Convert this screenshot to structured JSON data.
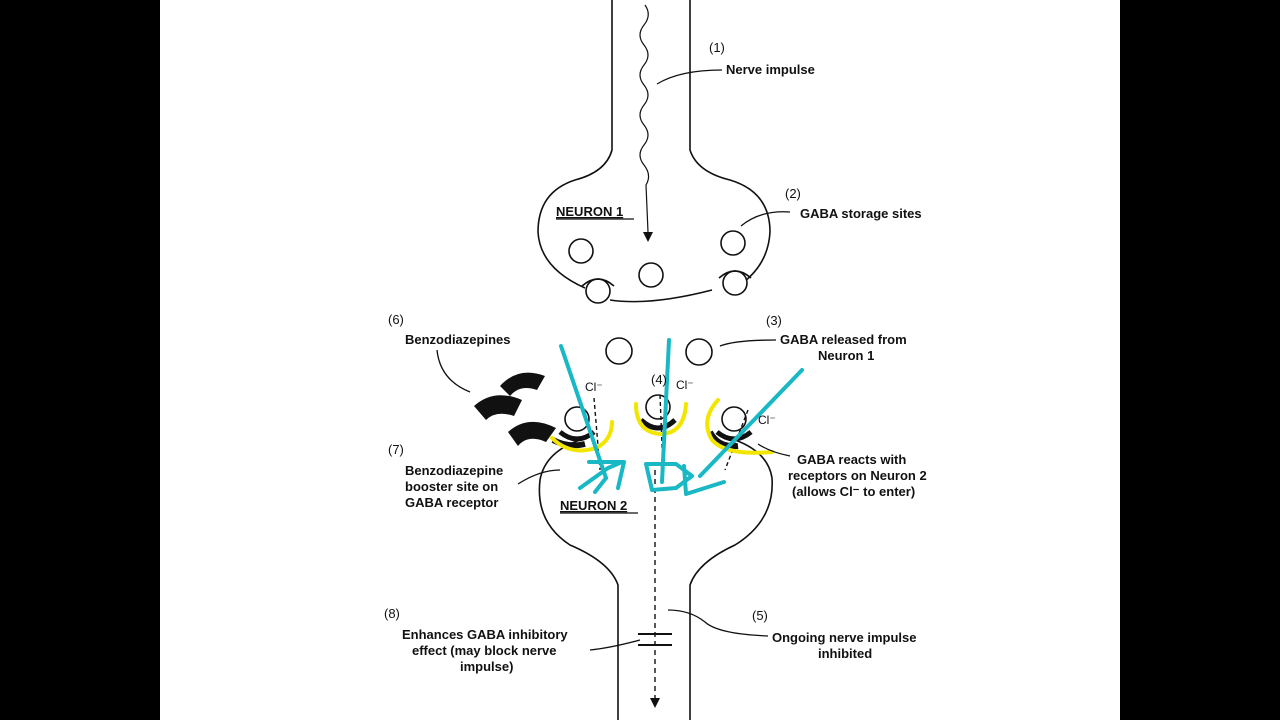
{
  "colors": {
    "letterbox": "#000000",
    "paper": "#ffffff",
    "ink": "#111111",
    "highlight_yellow": "#f2e600",
    "annotation_cyan": "#18b8c4"
  },
  "neurons": {
    "neuron1": "NEURON 1",
    "neuron2": "NEURON 2"
  },
  "labels": {
    "l1": {
      "num": "(1)",
      "lines": [
        "Nerve impulse"
      ]
    },
    "l2": {
      "num": "(2)",
      "lines": [
        "GABA storage sites"
      ]
    },
    "l3": {
      "num": "(3)",
      "lines": [
        "GABA released from",
        "Neuron 1"
      ]
    },
    "l4": {
      "num": "(4)",
      "lines": [
        "GABA reacts with",
        "receptors on Neuron 2",
        "(allows Cl⁻ to enter)"
      ]
    },
    "l5": {
      "num": "(5)",
      "lines": [
        "Ongoing nerve impulse",
        "inhibited"
      ]
    },
    "l6": {
      "num": "(6)",
      "lines": [
        "Benzodiazepines"
      ]
    },
    "l7": {
      "num": "(7)",
      "lines": [
        "Benzodiazepine",
        "booster site on",
        "GABA receptor"
      ]
    },
    "l8": {
      "num": "(8)",
      "lines": [
        "Enhances GABA inhibitory",
        "effect (may block nerve",
        "impulse)"
      ]
    }
  },
  "ions": {
    "cl_left": "Cl⁻",
    "cl_mid": "Cl⁻",
    "cl_right": "Cl⁻"
  }
}
